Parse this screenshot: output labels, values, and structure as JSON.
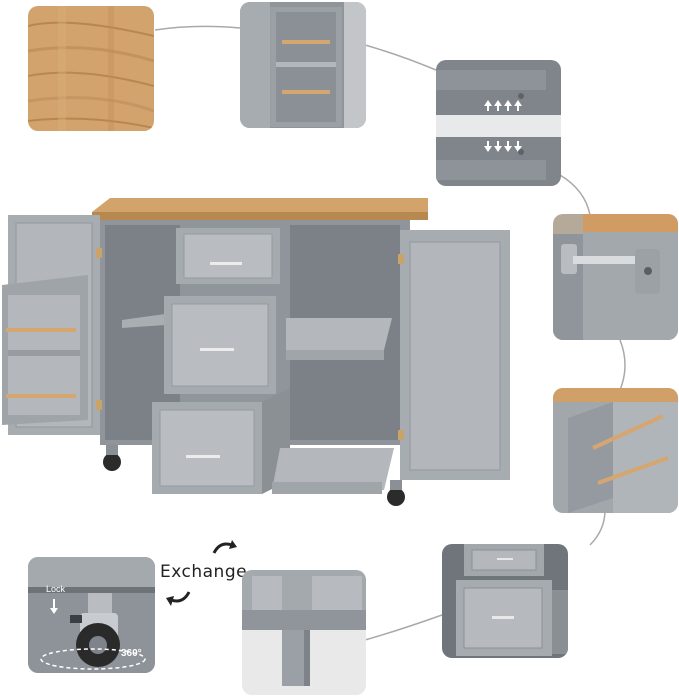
{
  "callouts": {
    "exchange": "Exchange",
    "lock": "Lock",
    "rotation": "360°"
  },
  "panels": [
    {
      "name": "wood-top-detail"
    },
    {
      "name": "spice-rack-detail"
    },
    {
      "name": "drawer-slide-detail"
    },
    {
      "name": "towel-bar-detail"
    },
    {
      "name": "side-rack-detail"
    },
    {
      "name": "drawer-detail"
    },
    {
      "name": "caster-wheel-detail"
    },
    {
      "name": "leg-detail"
    }
  ],
  "colors": {
    "cabinet_gray": "#9ea3a8",
    "cabinet_dark": "#7d8388",
    "wood": "#cf9f67",
    "connector": "#9a9a9a"
  }
}
